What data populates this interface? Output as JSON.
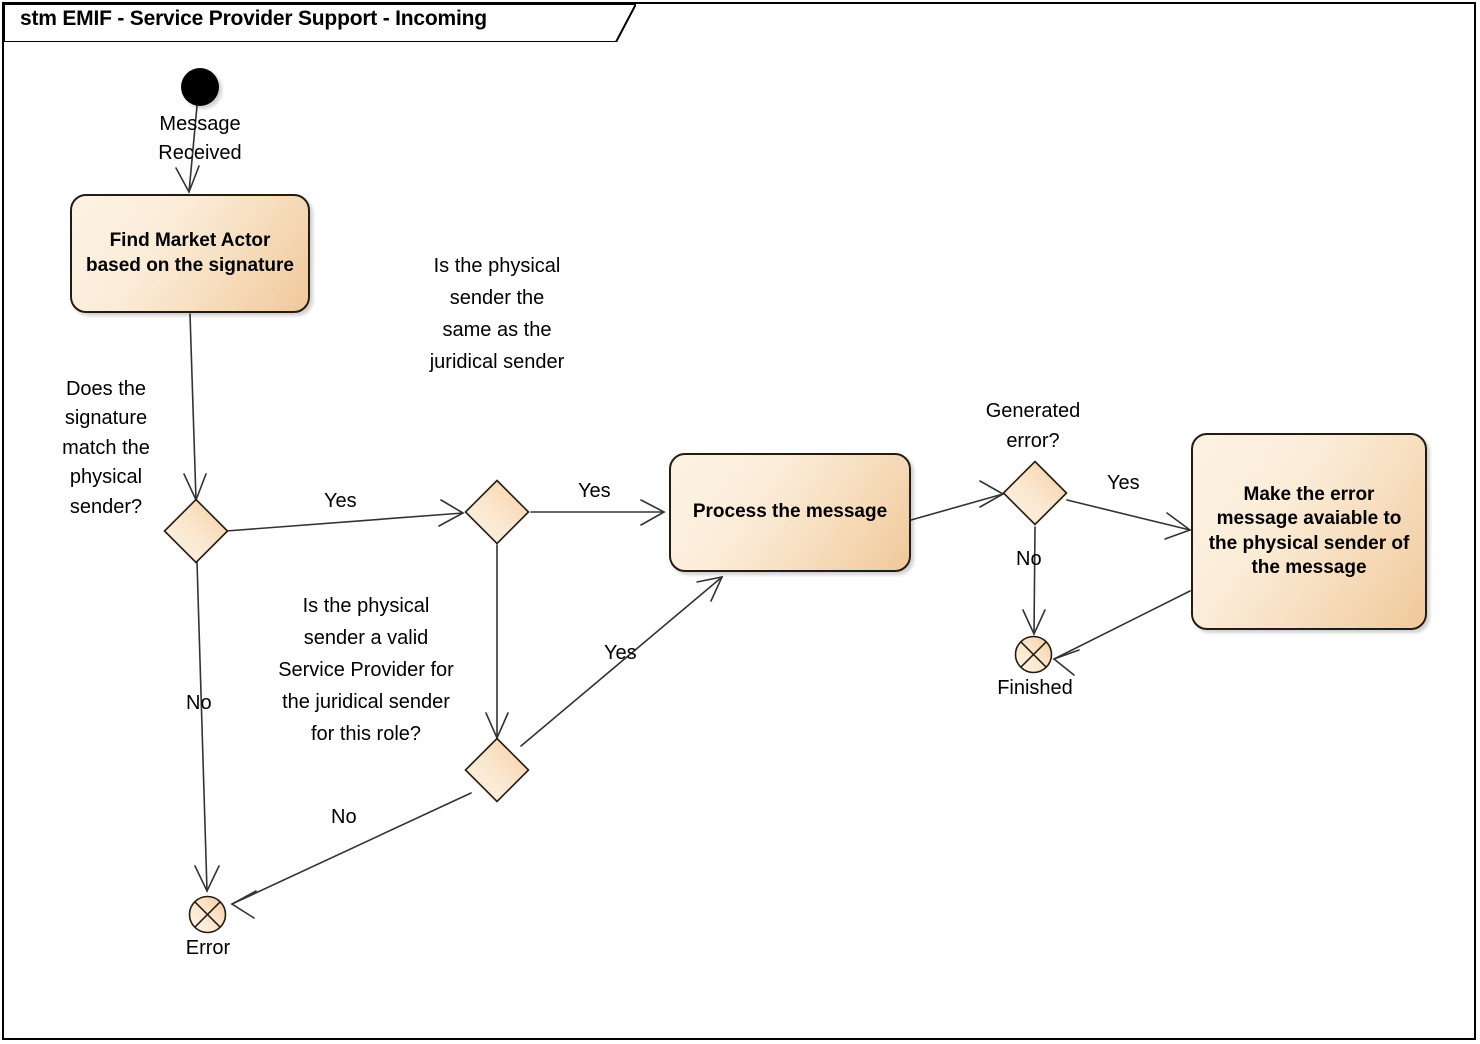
{
  "diagram": {
    "title": "stm EMIF - Service Provider Support - Incoming",
    "type": "uml-state-machine",
    "colors": {
      "node_fill_light": "#fdf3e4",
      "node_fill_dark": "#f0c89a",
      "node_border": "#241c12",
      "frame_border": "#000000",
      "start_node_fill": "#000000",
      "background": "#ffffff"
    }
  },
  "nodes": {
    "start": {
      "name": "start-node",
      "caption": ""
    },
    "find_market_actor": {
      "label": "Find Market Actor based on the signature"
    },
    "decision_signature_match": {
      "label": "Does the signature match the physical sender?"
    },
    "decision_same_sender": {
      "label": "Is the physical sender the same as the juridical sender"
    },
    "decision_valid_sp": {
      "label": "Is the physical sender a valid Service Provider for the juridical sender for this role?"
    },
    "process_message": {
      "label": "Process the message"
    },
    "decision_generated_error": {
      "label": "Generated error?"
    },
    "make_error_available": {
      "label": "Make the error message avaiable to the physical sender of the message"
    },
    "terminal_error": {
      "caption": "Error"
    },
    "terminal_finished": {
      "caption": "Finished"
    }
  },
  "edges": {
    "start_to_find": {
      "label": "Message Received"
    },
    "signature_match_yes": {
      "label": "Yes"
    },
    "signature_match_no": {
      "label": "No"
    },
    "same_sender_yes": {
      "label": "Yes"
    },
    "valid_sp_yes": {
      "label": "Yes"
    },
    "valid_sp_no": {
      "label": "No"
    },
    "generated_error_yes": {
      "label": "Yes"
    },
    "generated_error_no": {
      "label": "No"
    }
  }
}
